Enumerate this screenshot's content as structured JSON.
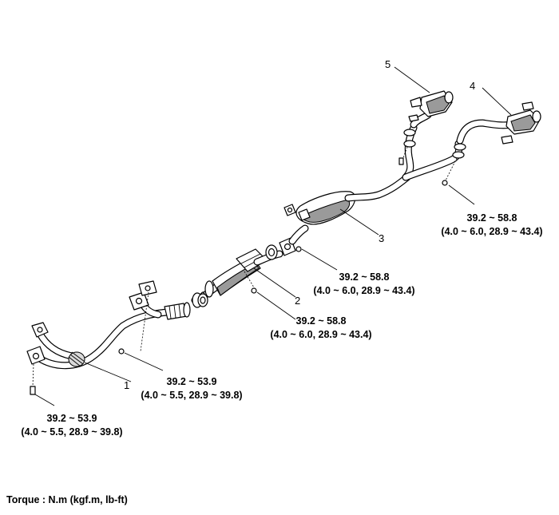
{
  "callouts": {
    "c1": "1",
    "c2": "2",
    "c3": "3",
    "c4": "4",
    "c5": "5"
  },
  "torques": {
    "t_front_bolt": {
      "value": "39.2 ~ 53.9",
      "units": "(4.0 ~ 5.5, 28.9 ~ 39.8)"
    },
    "t_front_center": {
      "value": "39.2 ~ 53.9",
      "units": "(4.0 ~ 5.5, 28.9 ~ 39.8)"
    },
    "t_cat_rear": {
      "value": "39.2 ~ 58.8",
      "units": "(4.0 ~ 6.0, 28.9 ~ 43.4)"
    },
    "t_cat_front": {
      "value": "39.2 ~ 58.8",
      "units": "(4.0 ~ 6.0, 28.9 ~ 43.4)"
    },
    "t_rear_right": {
      "value": "39.2 ~ 58.8",
      "units": "(4.0 ~ 6.0, 28.9 ~ 43.4)"
    }
  },
  "footer": {
    "text": "Torque : N.m (kgf.m, lb-ft)"
  }
}
